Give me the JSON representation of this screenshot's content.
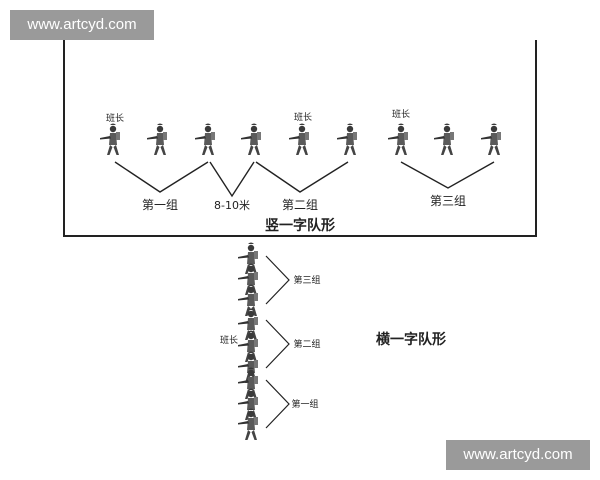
{
  "watermark_top": "www.artcyd.com",
  "watermark_bottom": "www.artcyd.com",
  "column_formation": {
    "title": "竖一字队形",
    "leader_label_1": "班长",
    "leader_label_2": "班长",
    "leader_label_3": "班长",
    "group_1": "第一组",
    "group_2": "第二组",
    "group_3": "第三组",
    "spacing": "8-10米"
  },
  "line_formation": {
    "title": "横一字队形",
    "leader_label": "班长",
    "group_top": "第三组",
    "group_mid": "第二组",
    "group_bottom": "第一组"
  },
  "colors": {
    "line": "#222222",
    "watermark_bg": "#9a9a9a"
  }
}
